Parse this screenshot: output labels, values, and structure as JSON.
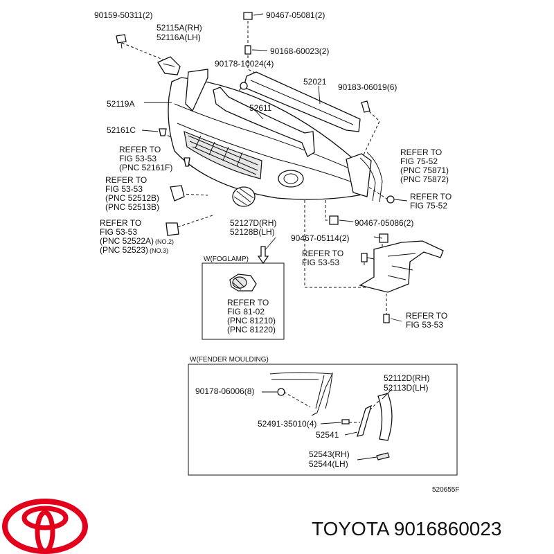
{
  "labels": {
    "p90159": "90159-50311(2)",
    "p90467a": "90467-05081(2)",
    "p52115": "52115A(RH)",
    "p52116": "52116A(LH)",
    "p90168": "90168-60023(2)",
    "p90178a": "90178-10024(4)",
    "p52021": "52021",
    "p90183": "90183-06019(6)",
    "p52119": "52119A",
    "p52611": "52611",
    "p52161c": "52161C",
    "r1a": "REFER TO",
    "r1b": "FIG 53-53",
    "r1c": "(PNC 52161F)",
    "r2a": "REFER TO",
    "r2b": "FIG 53-53",
    "r2c": "(PNC 52512B)",
    "r2d": "(PNC 52513B)",
    "r3a": "REFER TO",
    "r3b": "FIG 53-53",
    "r3c": "(PNC 52522A)",
    "r3c_note": "(NO.2)",
    "r3d": "(PNC 52523)",
    "r3d_note": "(NO.3)",
    "r4a": "REFER TO",
    "r4b": "FIG 75-52",
    "r4c": "(PNC 75871)",
    "r4d": "(PNC 75872)",
    "r5a": "REFER TO",
    "r5b": "FIG 75-52",
    "p90467b": "90467-05086(2)",
    "p52127": "52127D(RH)",
    "p52128": "52128B(LH)",
    "p90467c": "90467-05114(2)",
    "r6a": "REFER TO",
    "r6b": "FIG 53-53",
    "r7a": "REFER TO",
    "r7b": "FIG 53-53"
  },
  "foglamp_box": {
    "title": "W(FOGLAMP)",
    "r1": "REFER TO",
    "r2": "FIG 81-02",
    "r3": "(PNC 81210)",
    "r4": "(PNC 81220)"
  },
  "fender_box": {
    "title": "W(FENDER MOULDING)",
    "p90178": "90178-06006(8)",
    "p52112": "52112D(RH)",
    "p52113": "52113D(LH)",
    "p52491": "52491-35010(4)",
    "p52541": "52541",
    "p52543": "52543(RH)",
    "p52544": "52544(LH)"
  },
  "diagram_code": "520655F",
  "brand_text": "TOYOTA 9016860023",
  "colors": {
    "logo_red": "#e3001b",
    "ink": "#111111"
  }
}
